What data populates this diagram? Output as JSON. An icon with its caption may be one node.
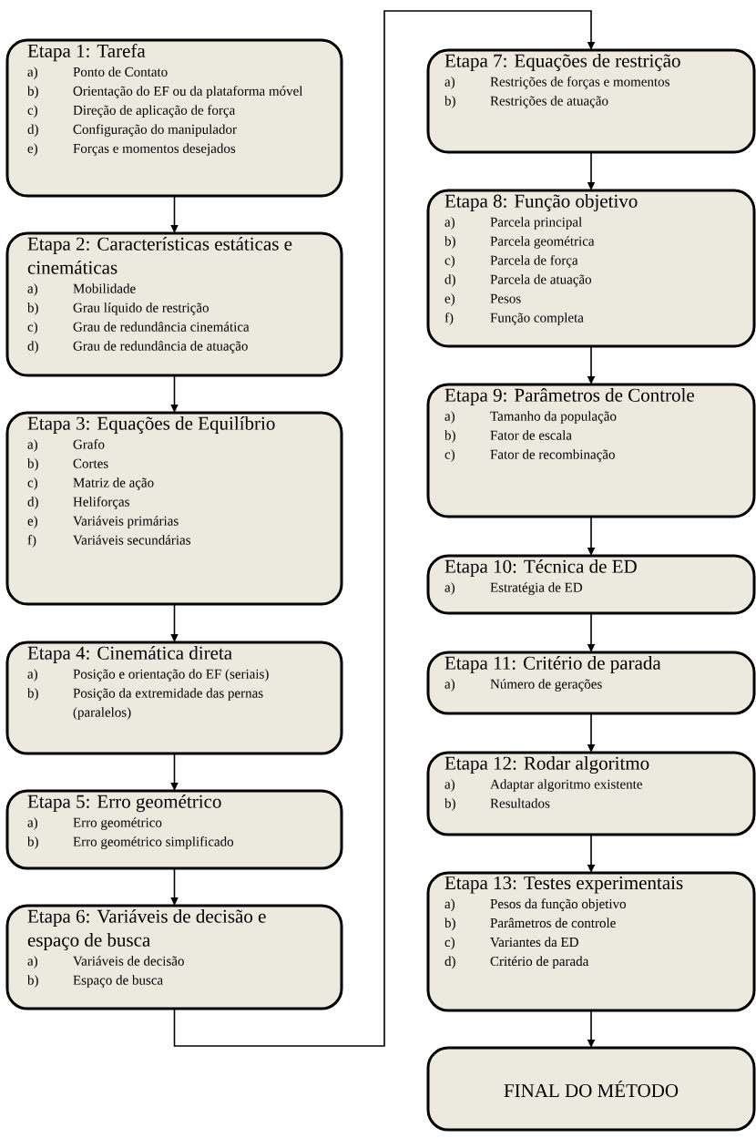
{
  "diagram": {
    "nodes": [
      {
        "text": [
          "Etapa 1: Tarefa",
          "a)",
          "Ponto de Contato",
          "b)",
          "Orientação do EF ou da plataforma móvel",
          "c)",
          "Direção de aplicação de força",
          "d)",
          "Configuração do manipulador",
          "e)",
          "Forças e momentos desejados"
        ]
      },
      {
        "text": [
          "Etapa 2: Características estáticas e cinemáticas",
          "a)",
          "Mobilidade",
          "b)",
          "Grau líquido de restrição",
          "c)",
          "Grau de redundância cinemática",
          "d)",
          "Grau de redundância de atuação"
        ]
      },
      {
        "text": [
          "Etapa 3: Equações de Equilíbrio",
          "a)",
          "Grafo",
          "b)",
          "Cortes",
          "c)",
          "Matriz de ação",
          "d)",
          "Heliforças",
          "e)",
          "Variáveis primárias",
          "f)",
          "Variáveis secundárias"
        ]
      },
      {
        "text": [
          "Etapa 4: Cinemática direta",
          "a)",
          "Posição e orientação do EF (seriais)",
          "b)",
          "Posição da extremidade das pernas (paralelos)"
        ]
      },
      {
        "text": [
          "Etapa 5: Erro geométrico",
          "a)",
          "Erro geométrico",
          "b)",
          "Erro geométrico simplificado"
        ]
      },
      {
        "text": [
          "Etapa 6: Variáveis de decisão e espaço de busca",
          "a)",
          "Variáveis de decisão",
          "b)",
          "Espaço de busca"
        ]
      },
      {
        "text": [
          "Etapa 7: Equações de restrição",
          "a)",
          "Restrições de forças e momentos",
          "b)",
          "Restrições de atuação"
        ]
      },
      {
        "text": [
          "Etapa 8: Função objetivo",
          "a)",
          "Parcela principal",
          "b)",
          "Parcela geométrica",
          "c)",
          "Parcela de força",
          "d)",
          "Parcela de atuação",
          "e)",
          "Pesos",
          "f)",
          "Função completa"
        ]
      },
      {
        "text": [
          "Etapa 9: Parâmetros de Controle",
          "a)",
          "Tamanho da população",
          "b)",
          "Fator de escala",
          "c)",
          "Fator de recombinação"
        ]
      },
      {
        "text": [
          "Etapa 10: Técnica de ED",
          "a)",
          "Estratégia de ED"
        ]
      },
      {
        "text": [
          "Etapa 11: Critério de parada",
          "a)",
          "Número de gerações"
        ]
      },
      {
        "text": [
          "Etapa 12: Rodar algoritmo",
          "a)",
          "Adaptar algoritmo existente",
          "b)",
          "Resultados"
        ]
      },
      {
        "text": [
          "Etapa 13: Testes experimentais",
          "a)",
          "Pesos da função objetivo",
          "b)",
          "Parâmetros de controle",
          "c)",
          "Variantes da ED",
          "d)",
          "Critério de parada"
        ]
      },
      {
        "text": [
          "FINAL DO MÉTODO"
        ]
      }
    ],
    "edges": [
      {
        "from": 0,
        "to": 1,
        "arrow": "to"
      },
      {
        "from": 1,
        "to": 2,
        "arrow": "to"
      },
      {
        "from": 2,
        "to": 3,
        "arrow": "to"
      },
      {
        "from": 3,
        "to": 4,
        "arrow": "to"
      },
      {
        "from": 4,
        "to": 5,
        "arrow": "to"
      },
      {
        "from": 5,
        "to": 6,
        "arrow": "to"
      },
      {
        "from": 6,
        "to": 7,
        "arrow": "to"
      },
      {
        "from": 7,
        "to": 8,
        "arrow": "to"
      },
      {
        "from": 8,
        "to": 9,
        "arrow": "to"
      },
      {
        "from": 9,
        "to": 10,
        "arrow": "to"
      },
      {
        "from": 10,
        "to": 11,
        "arrow": "to"
      },
      {
        "from": 11,
        "to": 12,
        "arrow": "to"
      },
      {
        "from": 12,
        "to": 13,
        "arrow": "to"
      }
    ]
  }
}
